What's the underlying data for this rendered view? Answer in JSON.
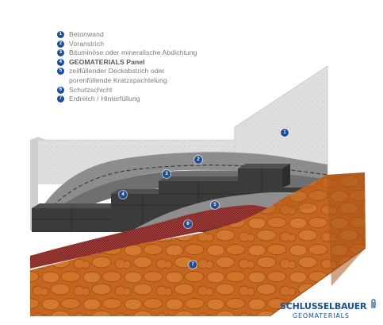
{
  "legend": [
    {
      "number": "1",
      "text": "Betonwand"
    },
    {
      "number": "2",
      "text": "Voranstrich"
    },
    {
      "number": "3",
      "text": "Bituminöse oder mineralische Abdichtung"
    },
    {
      "number": "4",
      "text": "GEOMATERIALS Panel"
    },
    {
      "number": "5",
      "text": "zeilfüllender Deckabstrich oder"
    },
    {
      "number": "",
      "text": "porenfüllende Kratzspachtelung"
    },
    {
      "number": "6",
      "text": "Schutzschicht"
    },
    {
      "number": "7",
      "text": "Erdreich / Hinterfüllung"
    }
  ],
  "markers": {
    "m1": "1",
    "m2": "2",
    "m3": "3",
    "m4": "4",
    "m5": "5",
    "m6": "6",
    "m7": "7"
  },
  "brand": {
    "name": "SCHLUSSELBAUER",
    "sub": "GEOMATERIALS"
  },
  "colors": {
    "accent": "#1d4f91",
    "soil": "#c3611e",
    "concrete": "#dcdcdc",
    "panel": "#3a3a3a",
    "protection": "#8a2a2a"
  }
}
